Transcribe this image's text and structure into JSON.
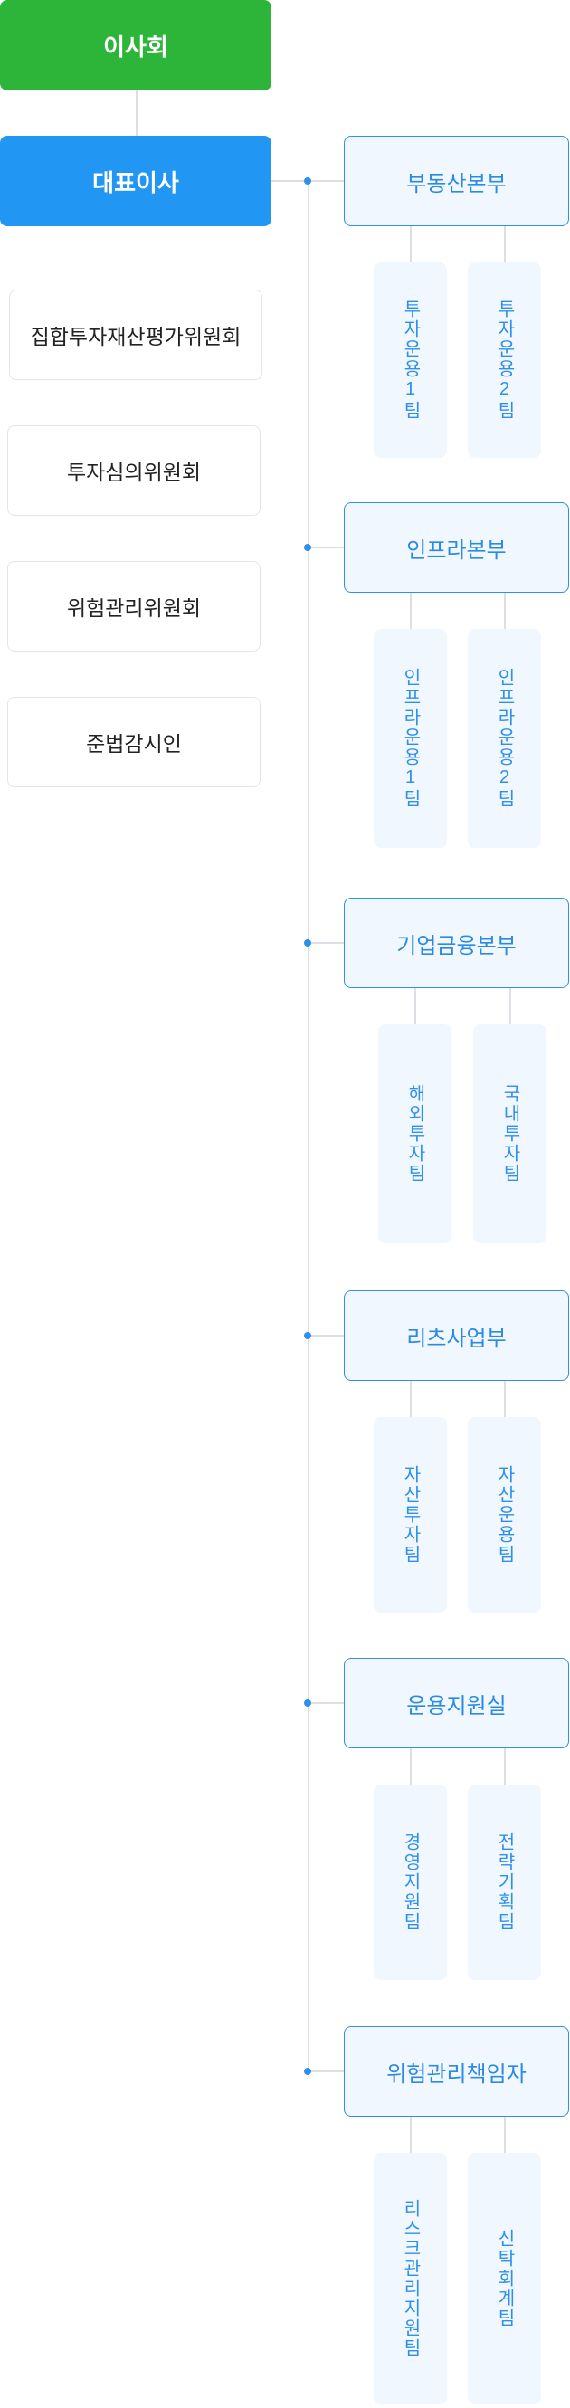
{
  "board": {
    "label": "이사회"
  },
  "ceo": {
    "label": "대표이사"
  },
  "committees": [
    {
      "label": "집합투자재산평가위원회"
    },
    {
      "label": "투자심의위원회"
    },
    {
      "label": "위험관리위원회"
    },
    {
      "label": "준법감시인"
    }
  ],
  "divisions": [
    {
      "label": "부동산본부",
      "teams": [
        {
          "label": "투자운용1팀"
        },
        {
          "label": "투자운용2팀"
        }
      ]
    },
    {
      "label": "인프라본부",
      "teams": [
        {
          "label": "인프라운용1팀"
        },
        {
          "label": "인프라운용2팀"
        }
      ]
    },
    {
      "label": "기업금융본부",
      "teams": [
        {
          "label": "해외투자팀"
        },
        {
          "label": "국내투자팀"
        }
      ]
    },
    {
      "label": "리츠사업부",
      "teams": [
        {
          "label": "자산투자팀"
        },
        {
          "label": "자산운용팀"
        }
      ]
    },
    {
      "label": "운용지원실",
      "teams": [
        {
          "label": "경영지원팀"
        },
        {
          "label": "전략기획팀"
        }
      ]
    },
    {
      "label": "위험관리책임자",
      "teams": [
        {
          "label": "리스크관리지원팀"
        },
        {
          "label": "신탁회계팀"
        }
      ]
    }
  ],
  "colors": {
    "board": "#2db53a",
    "ceo": "#2196f3",
    "accent": "#2e90ec",
    "division_bg": "#f1f7fe",
    "connector": "#dcdfe4"
  }
}
